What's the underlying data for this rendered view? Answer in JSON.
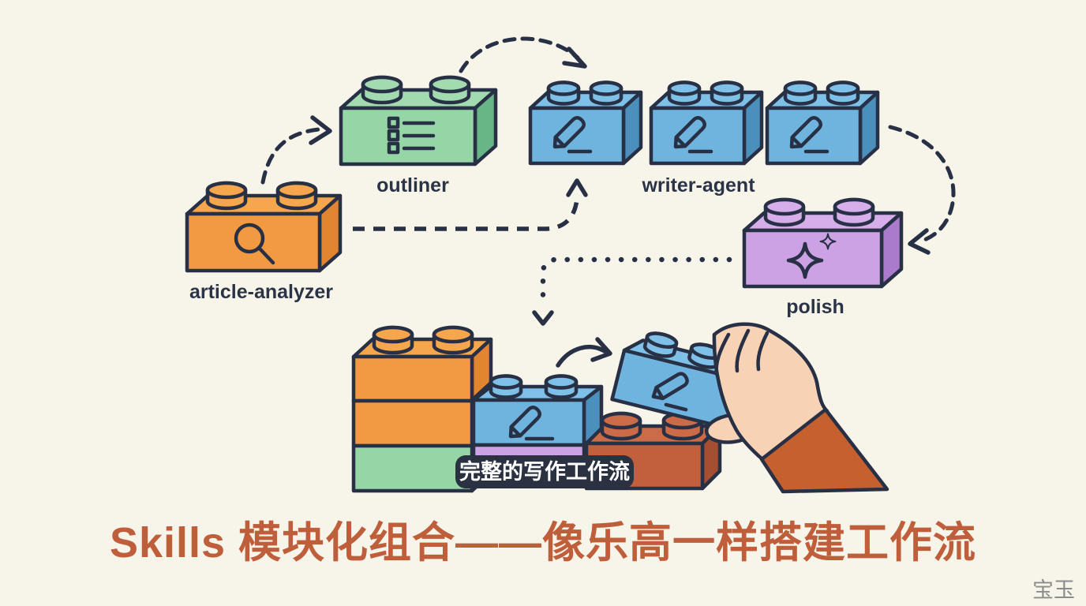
{
  "title": "Skills 模块化组合——像乐高一样搭建工作流",
  "watermark": "宝玉",
  "caption": "完整的写作工作流",
  "bricks": {
    "article_analyzer": {
      "label": "article-analyzer",
      "icon": "magnifier-icon"
    },
    "outliner": {
      "label": "outliner",
      "icon": "list-icon"
    },
    "writer_agent": {
      "label": "writer-agent",
      "icon": "pencil-icon",
      "count": 3
    },
    "polish": {
      "label": "polish",
      "icon": "sparkle-icon"
    }
  },
  "colors": {
    "bg": "#f7f4ea",
    "outline": "#273044",
    "orange_front": "#f29a41",
    "orange_top": "#f6a64d",
    "orange_side": "#e18530",
    "green_front": "#96d5a6",
    "green_top": "#a2dbb0",
    "green_side": "#68b585",
    "blue_front": "#6fb4df",
    "blue_top": "#7ec0e7",
    "blue_side": "#4b90bd",
    "purple_front": "#cda2e5",
    "purple_top": "#d5aeea",
    "purple_side": "#aa7bcc",
    "red_front": "#c2603e",
    "red_top": "#cb6b48",
    "red_side": "#a64e31",
    "skin": "#f8d2b5",
    "sleeve": "#c7602f",
    "caption_bg": "#2a3140",
    "caption_text": "#ffffff",
    "label_color": "#2b3447",
    "title_color": "#bf5e3b",
    "watermark_color": "#8c8c8c"
  }
}
